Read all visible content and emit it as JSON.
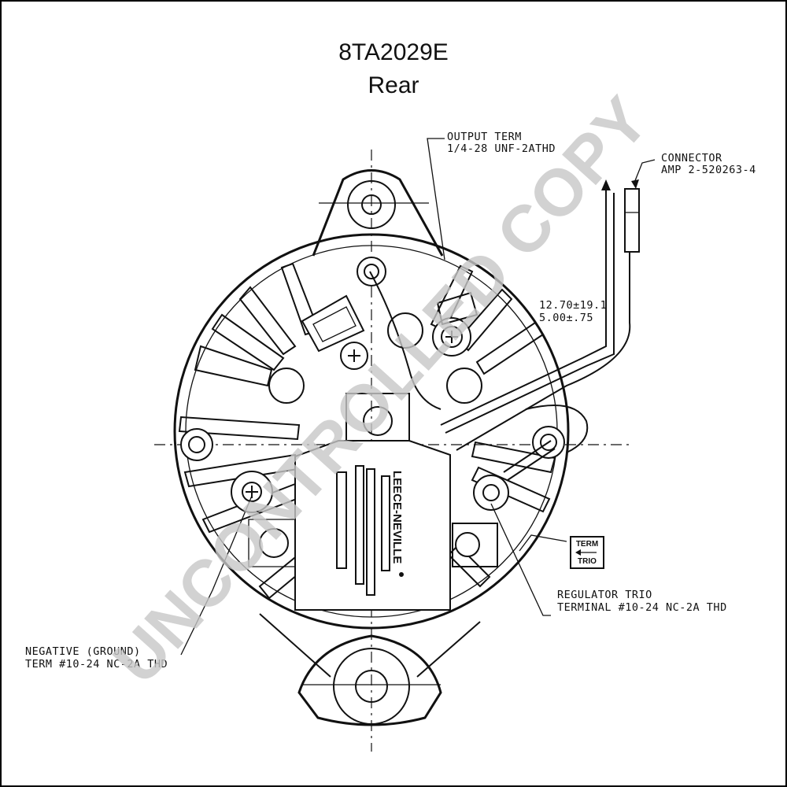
{
  "title": "8TA2029E",
  "subtitle": "Rear",
  "labels": {
    "output_term_line1": "OUTPUT TERM",
    "output_term_line2": "1/4-28 UNF-2ATHD",
    "connector_line1": "CONNECTOR",
    "connector_line2": "AMP 2-520263-4",
    "dim_line1": "12.70±19.1",
    "dim_line2": "5.00±.75",
    "regulator_line1": "REGULATOR TRIO",
    "regulator_line2": "TERMINAL #10-24 NC-2A THD",
    "negative_line1": "NEGATIVE (GROUND)",
    "negative_line2": "TERM #10-24 NC-2A THD",
    "term_box_line1": "TERM",
    "term_box_line2": "TRIO",
    "regulator_brand": "LEECE-NEVILLE"
  },
  "watermark": "UNCONTROLLED COPY",
  "colors": {
    "ink": "#111111",
    "watermark": "#c8c8c8",
    "background": "#ffffff"
  }
}
